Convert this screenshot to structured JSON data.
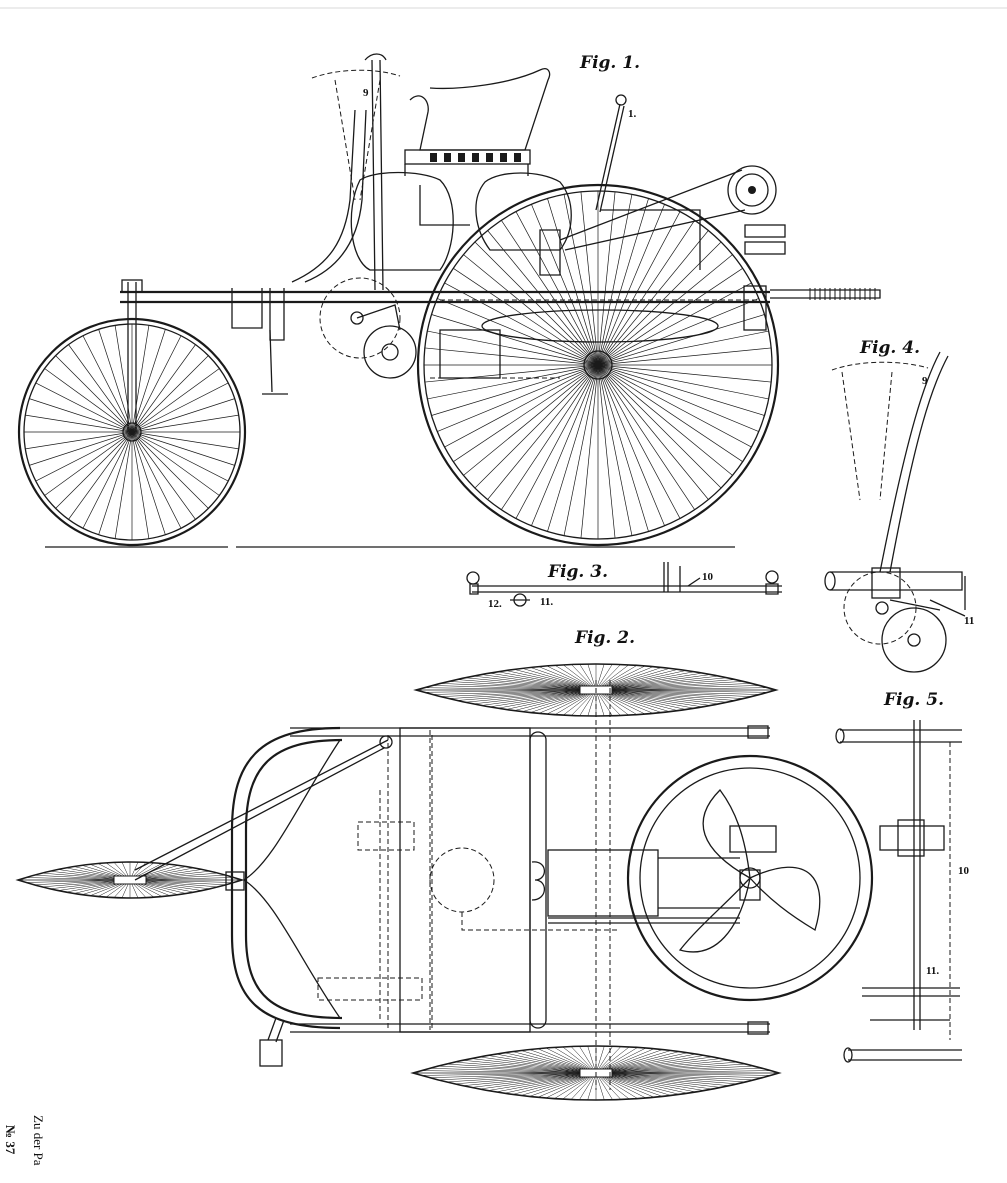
{
  "figures": {
    "fig1": "Fig. 1.",
    "fig2": "Fig. 2.",
    "fig3": "Fig. 3.",
    "fig4": "Fig. 4.",
    "fig5": "Fig. 5."
  },
  "part_numbers": {
    "lever_1": "1.",
    "steering_9": "9",
    "fig4_9": "9",
    "fig3_10": "10",
    "fig3_11": "11.",
    "fig3_12": "12.",
    "fig4_11": "11",
    "fig5_10": "10",
    "fig5_11": "11."
  },
  "margin_text": {
    "line1": "Zu der Pa",
    "line2": "№ 37"
  }
}
